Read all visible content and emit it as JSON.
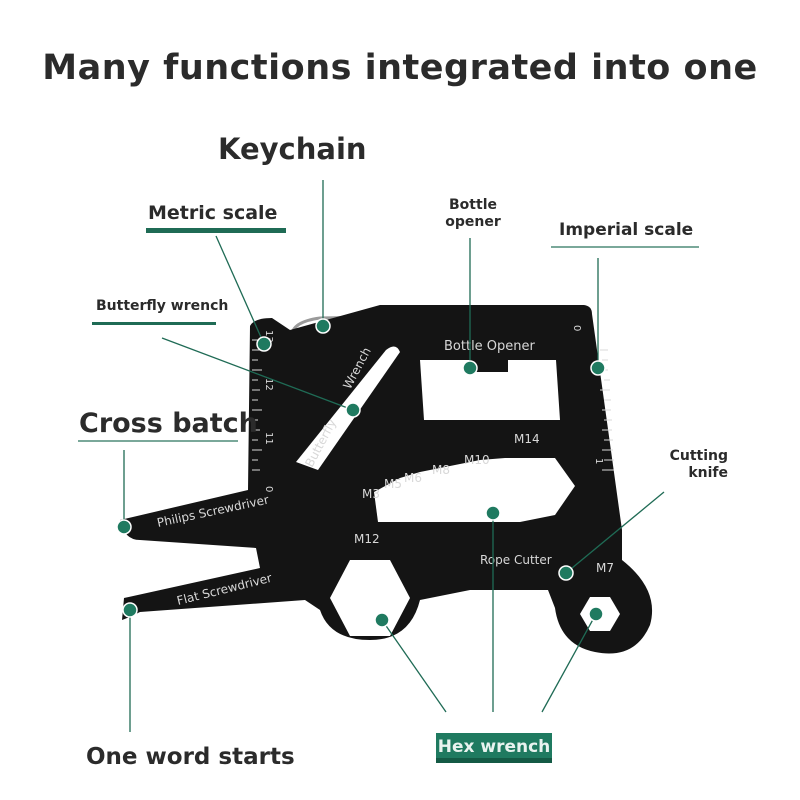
{
  "title": "Many functions integrated into one",
  "labels": {
    "keychain": "Keychain",
    "metric_scale": "Metric scale",
    "bottle_opener_line1": "Bottle",
    "bottle_opener_line2": "opener",
    "imperial_scale": "Imperial scale",
    "butterfly_wrench": "Butterfly wrench",
    "cross_batch": "Cross batch",
    "cutting_knife_line1": "Cutting",
    "cutting_knife_line2": "knife",
    "one_word_starts": "One word starts",
    "hex_wrench": "Hex wrench"
  },
  "tool_text": {
    "bottle_opener": "Bottle Opener",
    "butterfly": "Butterfly",
    "wrench": "Wrench",
    "philips": "Philips Screwdriver",
    "flat": "Flat Screwdriver",
    "rope_cutter": "Rope Cutter",
    "m3": "M3",
    "m5": "M5",
    "m6": "M6",
    "m8": "M8",
    "m10": "M10",
    "m14": "M14",
    "m12": "M12",
    "m7": "M7",
    "metric_ticks": [
      "13",
      "12",
      "11",
      "0"
    ],
    "imperial_ticks": [
      "0",
      "1"
    ]
  },
  "colors": {
    "accent": "#1f6b55",
    "marker": "#1f7a60",
    "tool_body": "#141414",
    "text": "#2b2b2b"
  }
}
